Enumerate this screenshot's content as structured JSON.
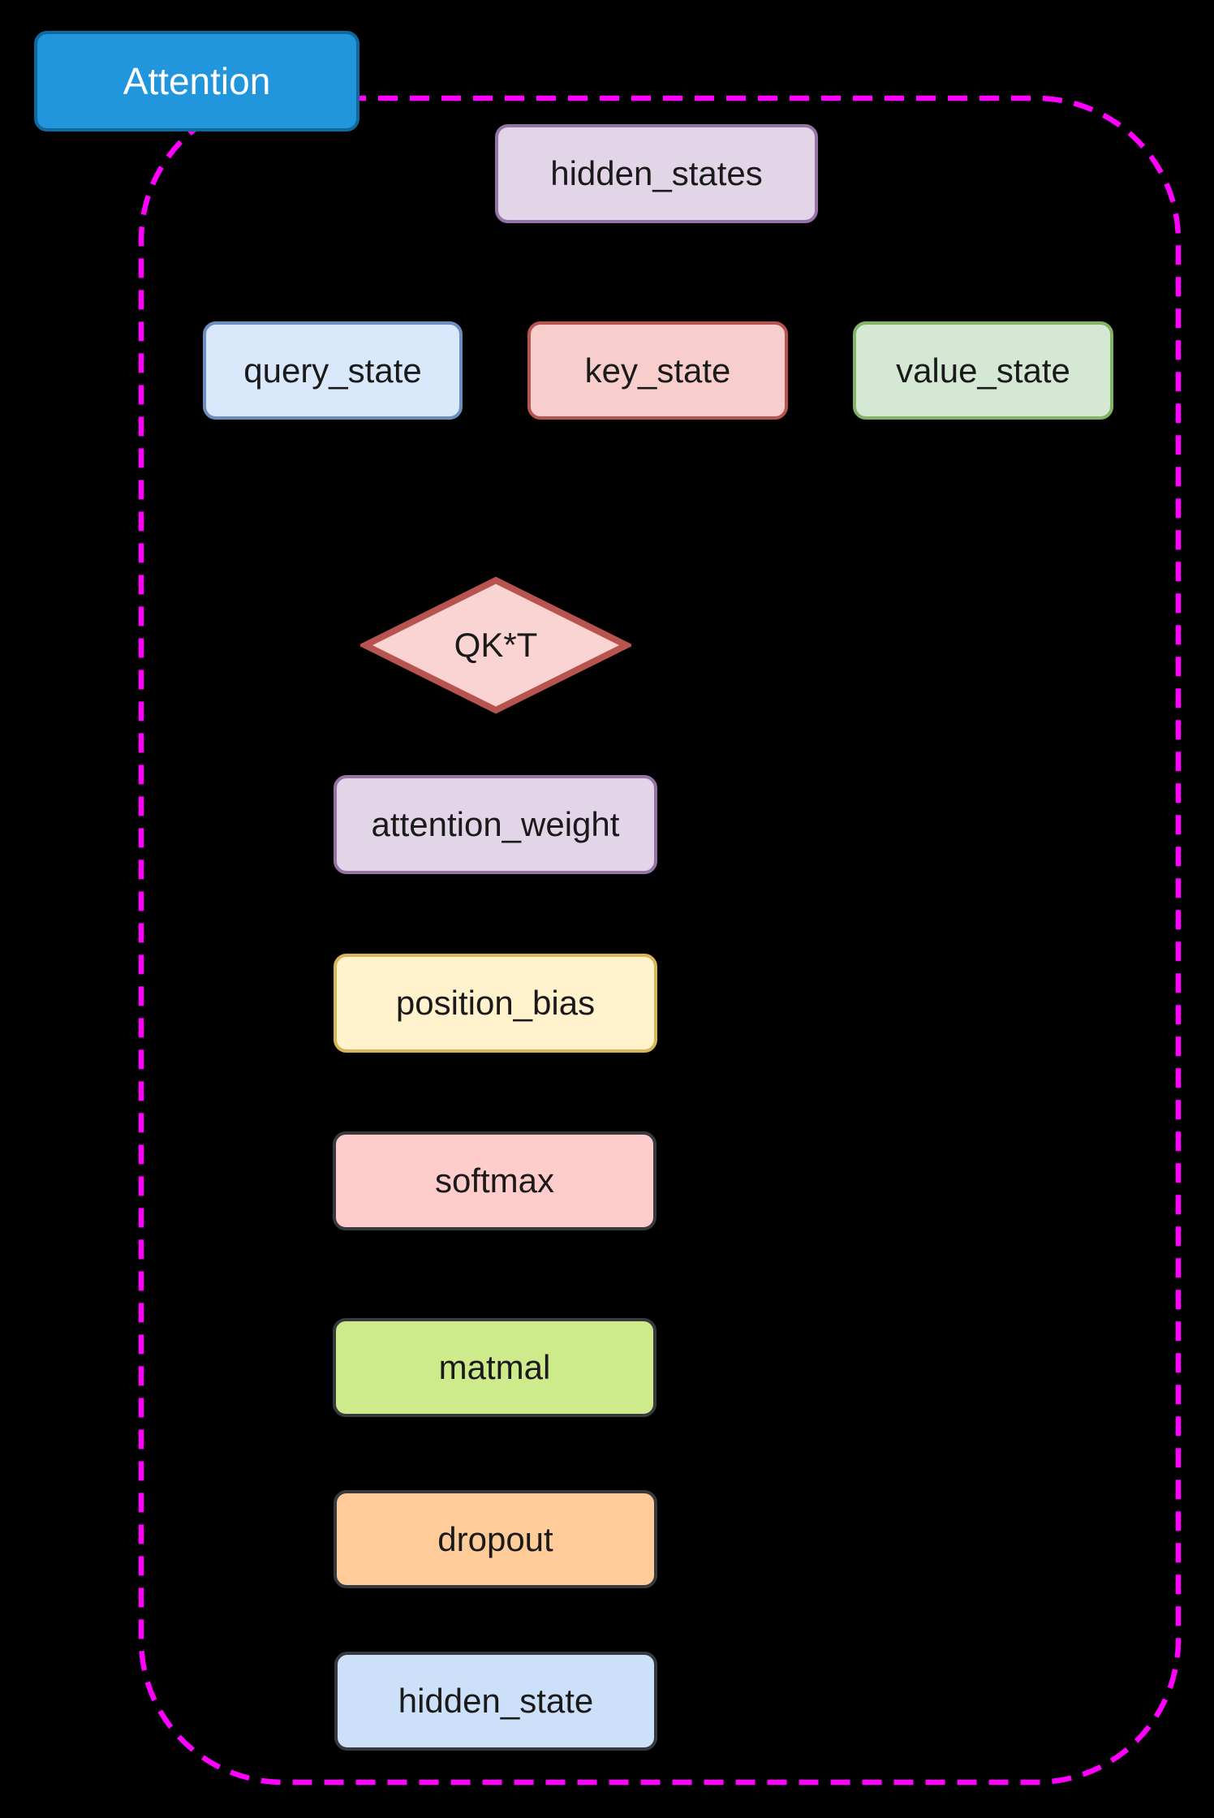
{
  "diagram": {
    "background_color": "#000000",
    "group": {
      "label": "Attention",
      "border_color": "#ff00ff",
      "border_style": "dashed",
      "title_fill": "#2196dd",
      "title_border": "#10699c",
      "title_text_color": "#ffffff"
    },
    "nodes": {
      "attention": {
        "label": "Attention",
        "shape": "rounded-rect",
        "fill": "#2196dd",
        "stroke": "#10699c"
      },
      "hidden_states": {
        "label": "hidden_states",
        "shape": "rounded-rect",
        "fill": "#e1d5e7",
        "stroke": "#9673a6"
      },
      "query_state": {
        "label": "query_state",
        "shape": "rounded-rect",
        "fill": "#dae8fc",
        "stroke": "#6c8ebf"
      },
      "key_state": {
        "label": "key_state",
        "shape": "rounded-rect",
        "fill": "#f8cecc",
        "stroke": "#b85450"
      },
      "value_state": {
        "label": "value_state",
        "shape": "rounded-rect",
        "fill": "#d5e8d4",
        "stroke": "#82b366"
      },
      "qkt": {
        "label": "QK*T",
        "shape": "diamond",
        "fill": "#f9d4d2",
        "stroke": "#b85450"
      },
      "attention_weight": {
        "label": "attention_weight",
        "shape": "rounded-rect",
        "fill": "#e1d5e7",
        "stroke": "#9673a6"
      },
      "position_bias": {
        "label": "position_bias",
        "shape": "rounded-rect",
        "fill": "#fff2cc",
        "stroke": "#d6b656"
      },
      "softmax": {
        "label": "softmax",
        "shape": "rounded-rect",
        "fill": "#ffcccc",
        "stroke": "#36393d"
      },
      "matmal": {
        "label": "matmal",
        "shape": "rounded-rect",
        "fill": "#cdeb8b",
        "stroke": "#36393d"
      },
      "dropout": {
        "label": "dropout",
        "shape": "rounded-rect",
        "fill": "#ffcc99",
        "stroke": "#36393d"
      },
      "hidden_state": {
        "label": "hidden_state",
        "shape": "rounded-rect",
        "fill": "#cce0fa",
        "stroke": "#36393d"
      }
    }
  }
}
